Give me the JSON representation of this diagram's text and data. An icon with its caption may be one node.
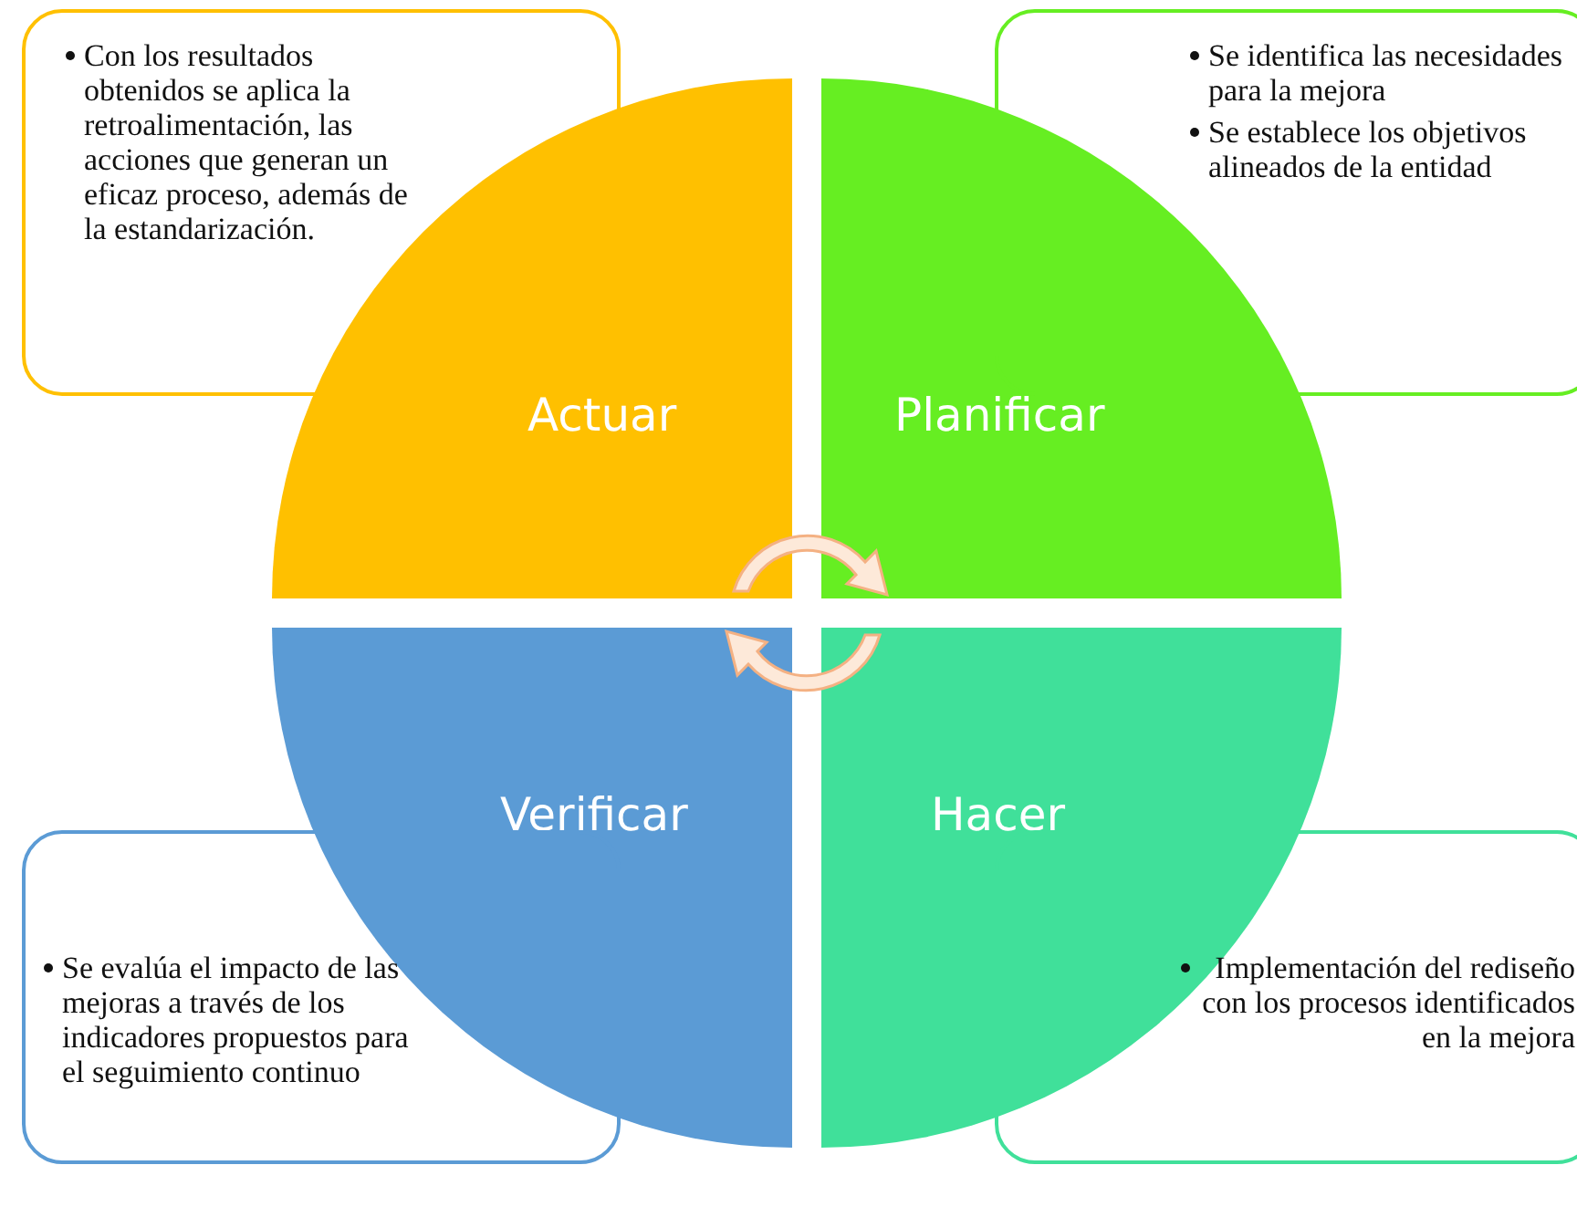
{
  "diagram": {
    "nodes": [
      {
        "text": [
          "Con los resultados obtenidos se aplica la retroalimentación, las acciones que generan un eficaz proceso, además de la estandarización."
        ]
      },
      {
        "text": [
          "Se identifica las necesidades para la mejora",
          "Se establece los objetivos alineados de la entidad"
        ]
      },
      {
        "text": [
          "Actuar"
        ]
      },
      {
        "text": [
          "Planificar"
        ]
      },
      {
        "text": [
          "Verificar"
        ]
      },
      {
        "text": [
          "Hacer"
        ]
      },
      {
        "text": [
          "Se evalúa el impacto de las mejoras a través de los indicadores propuestos para el seguimiento continuo"
        ]
      },
      {
        "text": [
          "Implementación del rediseño con los procesos identificados en la mejora"
        ]
      }
    ]
  }
}
